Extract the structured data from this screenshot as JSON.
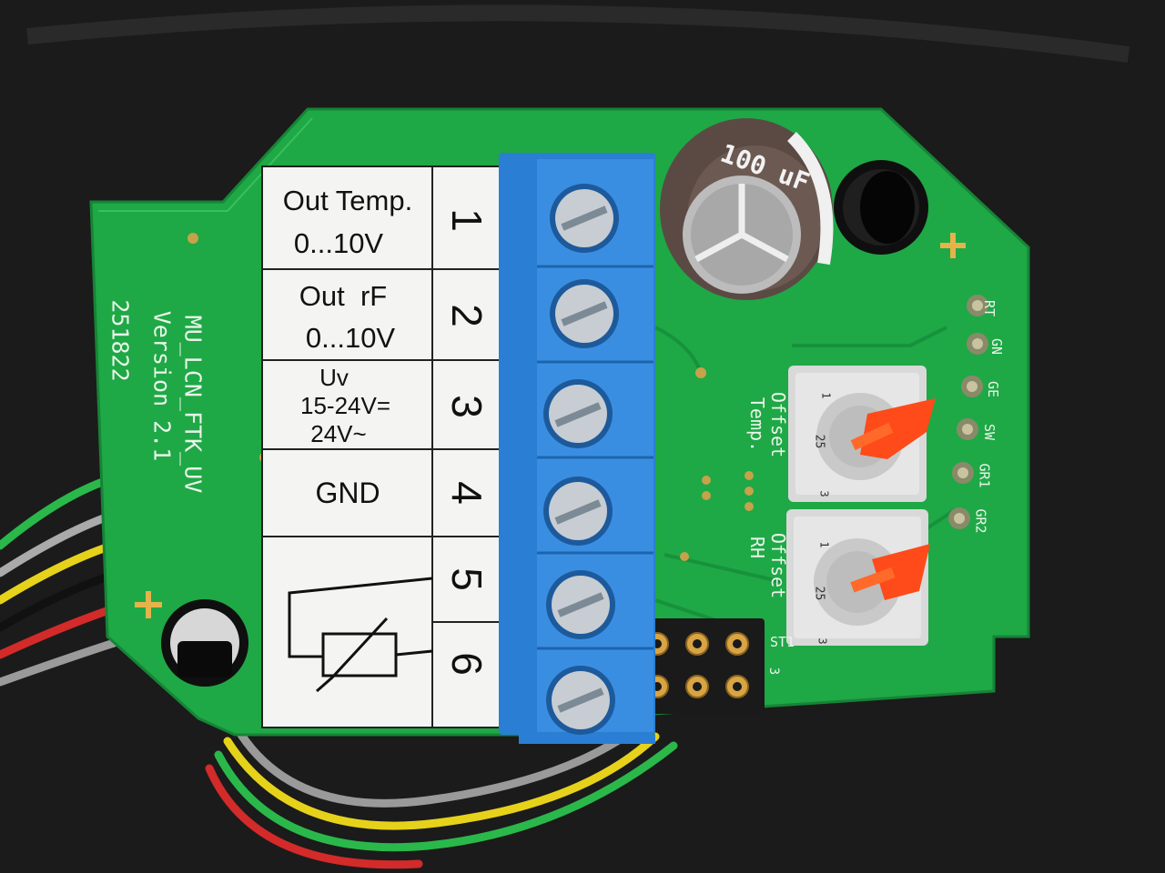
{
  "label_card": {
    "rows": [
      {
        "line1": "Out Temp.",
        "line2": "0...10V",
        "number": "1"
      },
      {
        "line1": "Out  rF",
        "line2": "0...10V",
        "number": "2"
      },
      {
        "line1": "Uv",
        "line2": "15-24V=",
        "line3": "24V~",
        "number": "3"
      },
      {
        "line1": "GND",
        "number": "4"
      },
      {
        "line1": "",
        "number": "5"
      },
      {
        "line1": "",
        "number": "6"
      }
    ]
  },
  "pcb_silkscreen": {
    "board_name": "MU_LCN_FTK_UV",
    "version": "Version 2.1",
    "date_code": "251822",
    "offset_temp_1": "Offset",
    "offset_temp_2": "Temp.",
    "offset_rh_1": "Offset",
    "offset_rh_2": "RH",
    "header_pins": [
      "RT",
      "GN",
      "GE",
      "SW",
      "GR1",
      "GR2"
    ],
    "st_label": "ST1",
    "pot_mark_1": "1",
    "pot_mark_25": "25",
    "pot_mark_3": "3",
    "digit_3": "3"
  },
  "capacitor": {
    "value": "100 uF"
  },
  "colors": {
    "pcb": "#1fa846",
    "terminal_block": "#2a7fd4",
    "label_paper": "#f4f4f2",
    "potentiometer": "#d9d9d9",
    "pot_slot": "#ff4a1a",
    "capacitor": "#5b4a44"
  }
}
